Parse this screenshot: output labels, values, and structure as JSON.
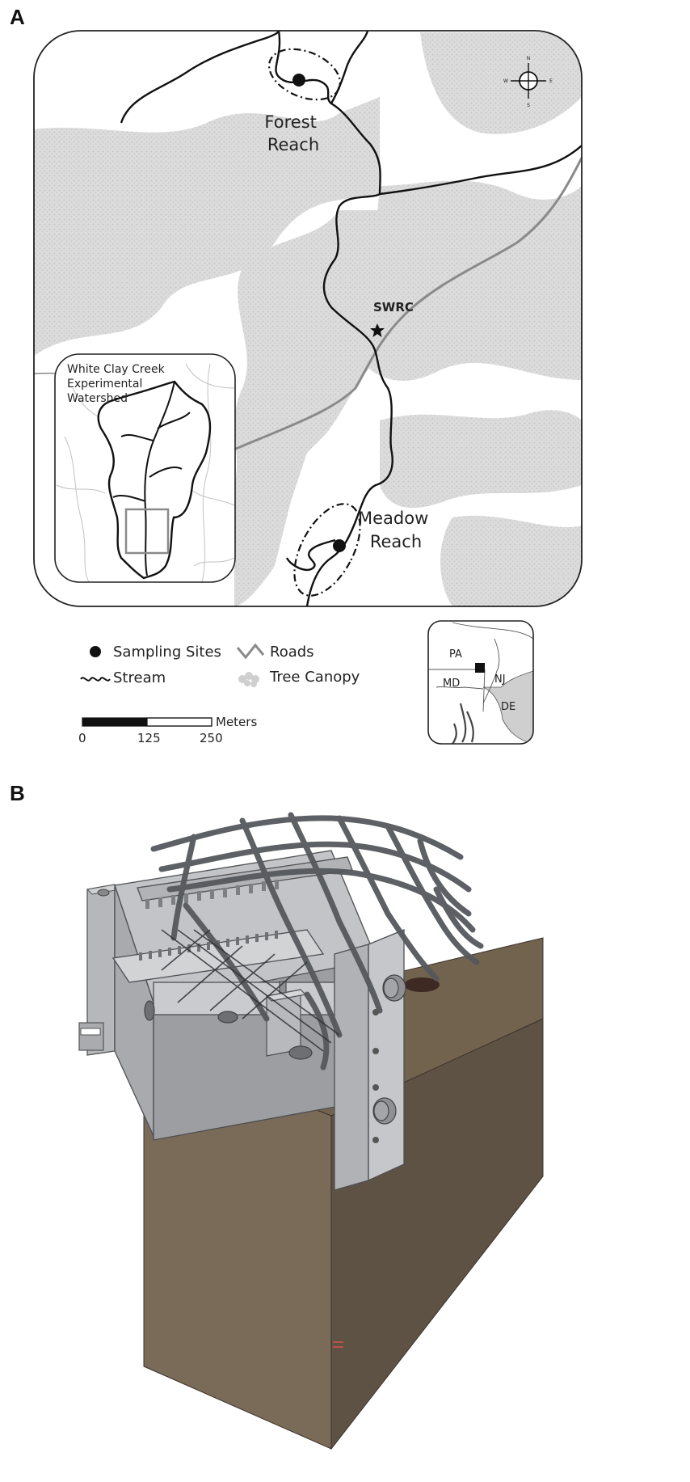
{
  "panels": {
    "a": "A",
    "b": "B"
  },
  "map": {
    "sites": {
      "forest": "Forest\nReach",
      "meadow": "Meadow\nReach"
    },
    "station": "SWRC",
    "compass": {
      "n": "N",
      "s": "S",
      "e": "E",
      "w": "W"
    },
    "inset": {
      "title": "White Clay Creek\nExperimental\nWatershed"
    },
    "locator": {
      "states": [
        "PA",
        "NJ",
        "MD",
        "DE"
      ]
    }
  },
  "legend": {
    "sampling_sites": "Sampling Sites",
    "roads": "Roads",
    "stream": "Stream",
    "tree_canopy": "Tree Canopy"
  },
  "scale_bar": {
    "unit": "Meters",
    "ticks": [
      "0",
      "125",
      "250"
    ]
  },
  "colors": {
    "canopy": "#d9d9d9",
    "stream": "#111111",
    "road": "#8a8a8a",
    "soil": "#6b5e4f",
    "device": "#b9bbbe"
  }
}
